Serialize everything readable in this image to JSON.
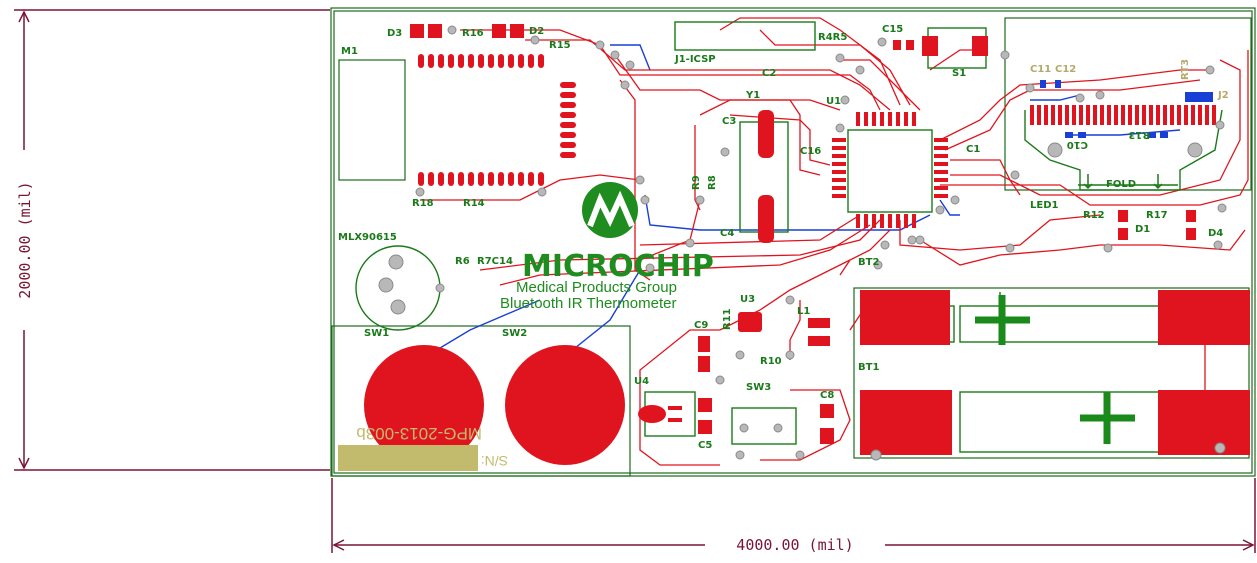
{
  "dimensions": {
    "height_label": "2000.00 (mil)",
    "width_label": "4000.00 (mil)"
  },
  "board": {
    "logo": "MICROCHIP",
    "group_name": "Medical Products Group",
    "product_name": "Bluetooth IR Thermometer",
    "part_number": "MPG-2013-003b",
    "serial_label": "S/N:",
    "fold_label": "FOLD"
  },
  "labels": {
    "M1": "M1",
    "D3": "D3",
    "R16": "R16",
    "D2": "D2",
    "R15": "R15",
    "J1": "J1-ICSP",
    "R4R5": "R4R5",
    "C15": "C15",
    "S1": "S1",
    "C2": "C2",
    "U1": "U1",
    "Y1": "Y1",
    "C3": "C3",
    "C16": "C16",
    "C1": "C1",
    "R9": "R9",
    "R8": "R8",
    "C4": "C4",
    "R18": "R18",
    "R14": "R14",
    "MLX": "MLX90615",
    "R6": "R6",
    "R7C14": "R7C14",
    "SW1": "SW1",
    "SW2": "SW2",
    "BT2": "BT2",
    "U3": "U3",
    "R11": "R11",
    "L1": "L1",
    "C9": "C9",
    "R10": "R10",
    "BT1": "BT1",
    "U4": "U4",
    "SW3": "SW3",
    "C8": "C8",
    "C5": "C5",
    "R12": "R12",
    "R17": "R17",
    "D1": "D1",
    "D4": "D4",
    "LED1": "LED1",
    "C10": "C10",
    "R13": "R13",
    "RT3": "RT3",
    "J2": "J2",
    "C11": "C11",
    "C12": "C12"
  },
  "colors": {
    "copper_top": "#e0141e",
    "copper_bottom": "#1a3fd6",
    "silkscreen": "#1a7a1a",
    "dimension": "#7a1533",
    "label_block": "#c2bb6e"
  }
}
